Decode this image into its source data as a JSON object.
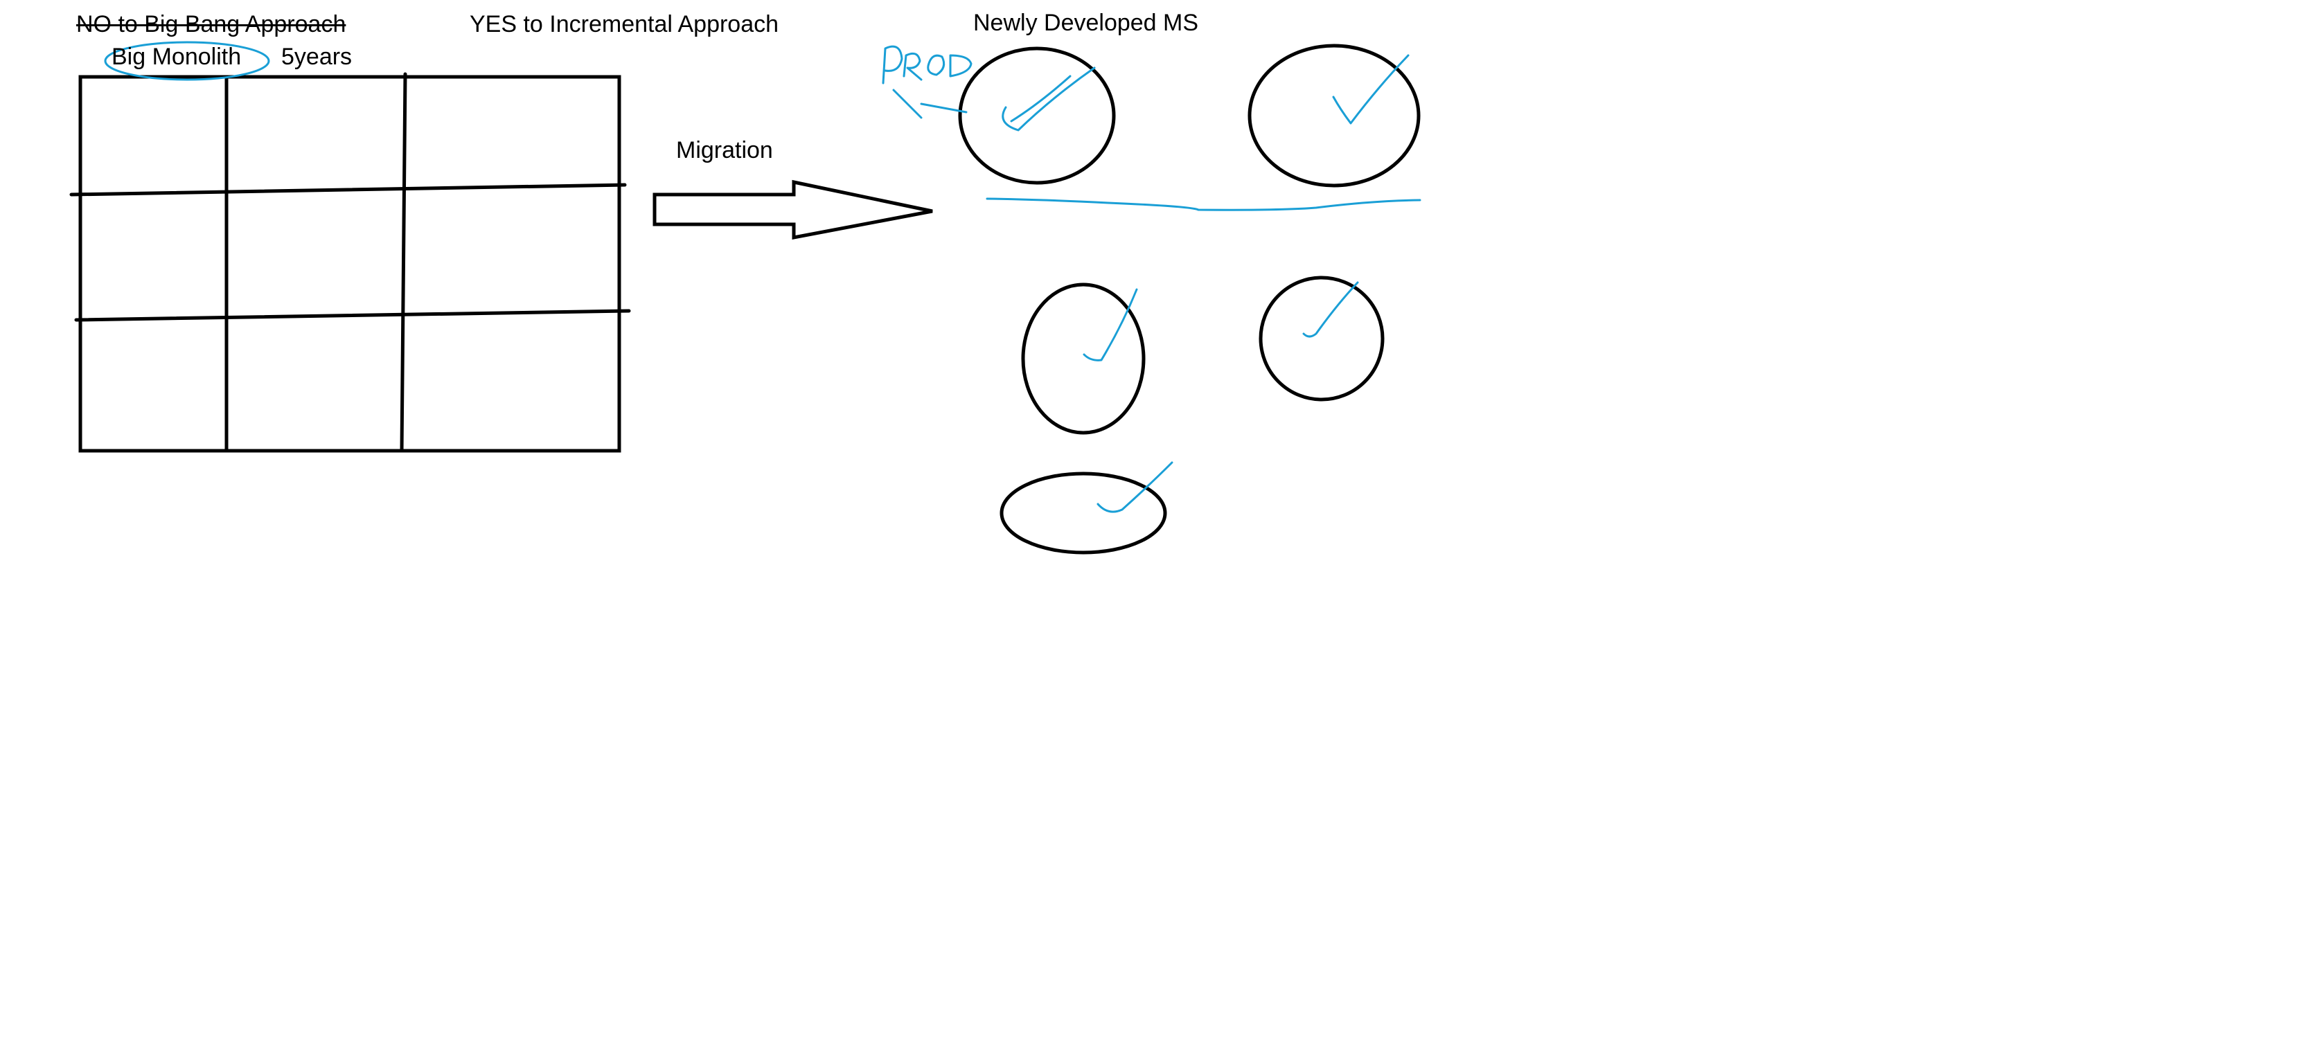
{
  "headings": {
    "rejected_approach": "NO to Big Bang Approach",
    "chosen_approach": "YES to Incremental Approach",
    "new_services": "Newly Developed MS"
  },
  "monolith": {
    "label": "Big Monolith",
    "duration": "5years"
  },
  "arrow_label": "Migration",
  "handwritten_note": "PROD",
  "colors": {
    "ink": "#000000",
    "annotation": "#1a9fd6",
    "background": "#ffffff"
  },
  "annotations": {
    "checkmark_count": 5
  }
}
